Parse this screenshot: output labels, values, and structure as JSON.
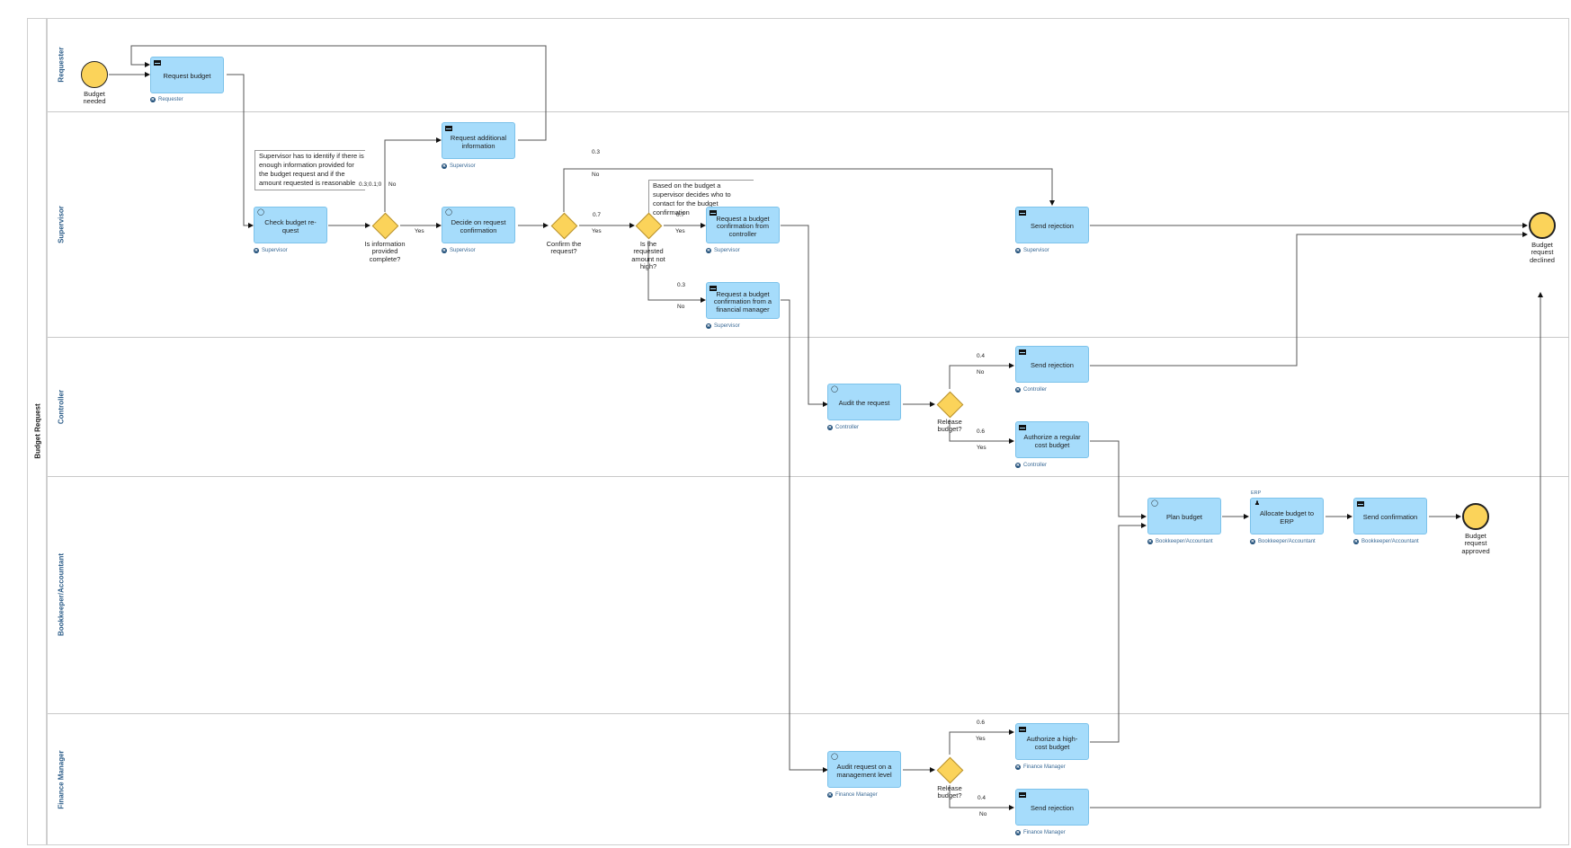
{
  "pool": {
    "title": "Budget Request"
  },
  "lanes": [
    {
      "id": "requester",
      "label": "Requester"
    },
    {
      "id": "supervisor",
      "label": "Supervisor"
    },
    {
      "id": "controller",
      "label": "Controller"
    },
    {
      "id": "bookkeeper",
      "label": "Bookkeeper/Accountant"
    },
    {
      "id": "finance",
      "label": "Finance Manager"
    }
  ],
  "events": {
    "start": {
      "label": "Budget needed"
    },
    "end_declined": {
      "label": "Budget request declined"
    },
    "end_approved": {
      "label": "Budget request approved"
    }
  },
  "tasks": {
    "request_budget": {
      "label": "Request budget",
      "role": "Requester",
      "icon": "envelope-icon"
    },
    "check_budget": {
      "label": "Check budget re-quest",
      "role": "Supervisor",
      "icon": "manual-task-icon"
    },
    "request_additional": {
      "label": "Request additional information",
      "role": "Supervisor",
      "icon": "envelope-icon"
    },
    "decide_confirmation": {
      "label": "Decide on request confirmation",
      "role": "Supervisor",
      "icon": "manual-task-icon"
    },
    "request_controller": {
      "label": "Request a budget confirmation from controller",
      "role": "Supervisor",
      "icon": "envelope-icon"
    },
    "request_finmgr": {
      "label": "Request a budget confirmation from a financial manager",
      "role": "Supervisor",
      "icon": "envelope-icon"
    },
    "send_rejection_sup": {
      "label": "Send rejection",
      "role": "Supervisor",
      "icon": "envelope-icon"
    },
    "audit_request": {
      "label": "Audit the request",
      "role": "Controller",
      "icon": "manual-task-icon"
    },
    "send_rejection_ctrl": {
      "label": "Send rejection",
      "role": "Controller",
      "icon": "envelope-icon"
    },
    "authorize_regular": {
      "label": "Authorize a regular cost budget",
      "role": "Controller",
      "icon": "envelope-icon"
    },
    "plan_budget": {
      "label": "Plan budget",
      "role": "Bookkeeper/Accountant",
      "icon": "manual-task-icon"
    },
    "allocate_erp": {
      "label": "Allocate budget to ERP",
      "role": "Bookkeeper/Accountant",
      "icon": "user-task-icon",
      "system": "ERP"
    },
    "send_confirmation": {
      "label": "Send confirmation",
      "role": "Bookkeeper/Accountant",
      "icon": "envelope-icon"
    },
    "audit_mgmt": {
      "label": "Audit request on a management level",
      "role": "Finance Manager",
      "icon": "manual-task-icon"
    },
    "authorize_high": {
      "label": "Authorize a high-cost budget",
      "role": "Finance Manager",
      "icon": "envelope-icon"
    },
    "send_rejection_fin": {
      "label": "Send rejection",
      "role": "Finance Manager",
      "icon": "envelope-icon"
    }
  },
  "gateways": {
    "info_complete": {
      "label": "Is information provided complete?"
    },
    "confirm_request": {
      "label": "Confirm the request?"
    },
    "amount_not_high": {
      "label": "Is the requested amount not high?"
    },
    "release_ctrl": {
      "label": "Release budget?"
    },
    "release_fin": {
      "label": "Release budget?"
    }
  },
  "annotations": {
    "supervisor_identify": "Supervisor has to identify if there is enough information provided for the budget request  and if the amount requested is reasonable",
    "supervisor_decides": "Based on the budget a supervisor decides who to contact for the budget confirmation"
  },
  "flow_labels": {
    "info_no_prob": "0.3;0.1;0",
    "info_no": "No",
    "info_yes": "Yes",
    "confirm_no_prob": "0.3",
    "confirm_no": "No",
    "confirm_yes_prob": "0.7",
    "confirm_yes": "Yes",
    "amount_yes_prob": "0.7",
    "amount_yes": "Yes",
    "amount_no_prob": "0.3",
    "amount_no": "No",
    "ctrl_no_prob": "0.4",
    "ctrl_no": "No",
    "ctrl_yes_prob": "0.6",
    "ctrl_yes": "Yes",
    "fin_yes_prob": "0.6",
    "fin_yes": "Yes",
    "fin_no_prob": "0.4",
    "fin_no": "No"
  },
  "colors": {
    "task_fill": "#a6dcfb",
    "event_fill": "#fbd35a",
    "lane_label": "#2f5f8a",
    "role_badge": "#1f4e79"
  }
}
